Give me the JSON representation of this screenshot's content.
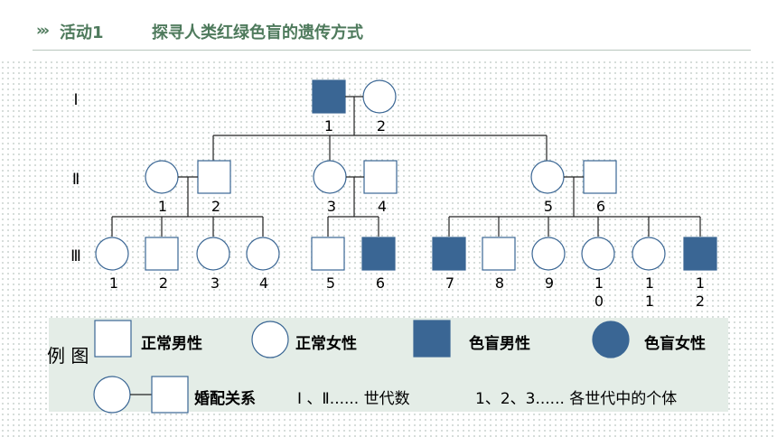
{
  "header": {
    "chevrons": "›››",
    "activity": "活动1",
    "topic": "探寻人类红绿色盲的遗传方式"
  },
  "colors": {
    "accent_green": "#4e7a5c",
    "affected_fill": "#3a6694",
    "stroke_blue": "#3a6694",
    "legend_bg": "#e4ede7"
  },
  "pedigree": {
    "generations": [
      "Ⅰ",
      "Ⅱ",
      "Ⅲ"
    ],
    "gen1": {
      "male_label": "1",
      "female_label": "2",
      "male_affected": true
    },
    "gen2": [
      {
        "female_label": "1",
        "male_label": "2"
      },
      {
        "female_label": "3",
        "male_label": "4"
      },
      {
        "female_label": "5",
        "male_label": "6"
      }
    ],
    "gen3": [
      {
        "label": "1",
        "sex": "female",
        "affected": false
      },
      {
        "label": "2",
        "sex": "male",
        "affected": false
      },
      {
        "label": "3",
        "sex": "female",
        "affected": false
      },
      {
        "label": "4",
        "sex": "female",
        "affected": false
      },
      {
        "label": "5",
        "sex": "male",
        "affected": false
      },
      {
        "label": "6",
        "sex": "male",
        "affected": true
      },
      {
        "label": "7",
        "sex": "male",
        "affected": true
      },
      {
        "label": "8",
        "sex": "male",
        "affected": false
      },
      {
        "label": "9",
        "sex": "female",
        "affected": false
      },
      {
        "label": "10",
        "sex": "female",
        "affected": false
      },
      {
        "label": "11",
        "sex": "female",
        "affected": false
      },
      {
        "label": "12",
        "sex": "male",
        "affected": true
      }
    ]
  },
  "legend": {
    "caption": "例 图",
    "normal_male": "正常男性",
    "normal_female": "正常女性",
    "affected_male": "色盲男性",
    "affected_female": "色盲女性",
    "marriage": "婚配关系",
    "generation_note": "Ⅰ 、Ⅱ...... 世代数",
    "individual_note": "1、2、3......  各世代中的个体"
  }
}
